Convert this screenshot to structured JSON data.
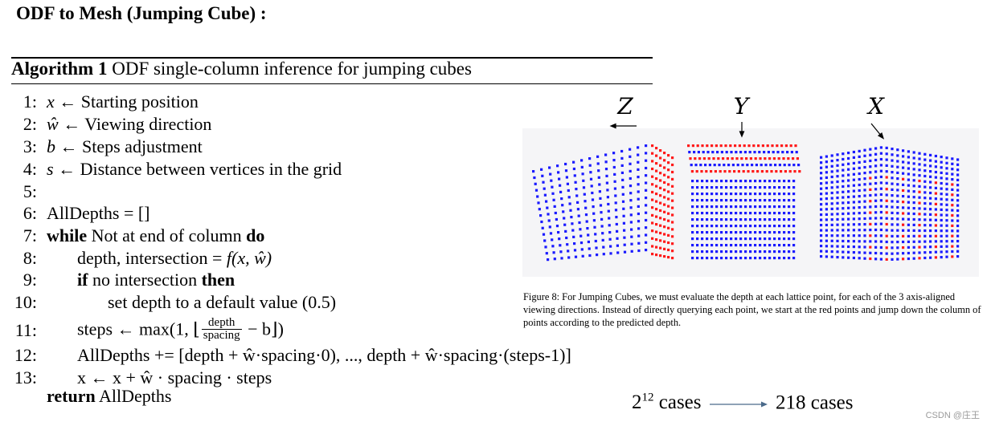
{
  "heading": "ODF to Mesh (Jumping Cube) :",
  "algorithm": {
    "title_bold": "Algorithm 1",
    "title_rest": " ODF single-column inference for jumping cubes",
    "lines": [
      {
        "n": "1:",
        "var": "x",
        "text": " ← Starting position"
      },
      {
        "n": "2:",
        "var": "ŵ",
        "text": " ← Viewing direction"
      },
      {
        "n": "3:",
        "var": "b",
        "text": " ← Steps adjustment"
      },
      {
        "n": "4:",
        "var": "s",
        "text": " ← Distance between vertices in the grid"
      },
      {
        "n": "5:"
      },
      {
        "n": "6:",
        "text": "AllDepths = []"
      },
      {
        "n": "7:",
        "kw1": "while",
        "text": " Not at end of column ",
        "kw2": "do"
      },
      {
        "n": "8:",
        "pre": "depth, intersection = ",
        "var": "f(x, ŵ)"
      },
      {
        "n": "9:",
        "kw1": "if",
        "text": " no intersection ",
        "kw2": "then"
      },
      {
        "n": "10:",
        "text": "set depth to a default value (0.5)"
      },
      {
        "n": "11:",
        "pre": "steps ← max(1, ⌊",
        "num": "depth",
        "den": "spacing",
        "post": " − b⌋)"
      },
      {
        "n": "12:",
        "text": "AllDepths += [depth + ŵ·spacing·0), ..., depth + ŵ·spacing·(steps-1)]"
      },
      {
        "n": "13:",
        "text": "x ← x + ŵ · spacing · steps"
      }
    ],
    "return_kw": "return",
    "return_text": " AllDepths"
  },
  "figure": {
    "axis_labels": [
      "Z",
      "Y",
      "X"
    ],
    "colors": {
      "points_main": "#1a1aff",
      "points_start": "#ff1a1a",
      "background": "#f3f3f6"
    }
  },
  "caption": "Figure 8: For Jumping Cubes, we must evaluate the depth at each lattice point, for each of the 3 axis-aligned viewing directions. Instead of directly querying each point, we start at the red points and jump down the column of points according to the predicted depth.",
  "bottom_note": {
    "base": "2",
    "exp": "12",
    "left": " cases",
    "right": "218 cases"
  },
  "watermark": "CSDN @庄王"
}
